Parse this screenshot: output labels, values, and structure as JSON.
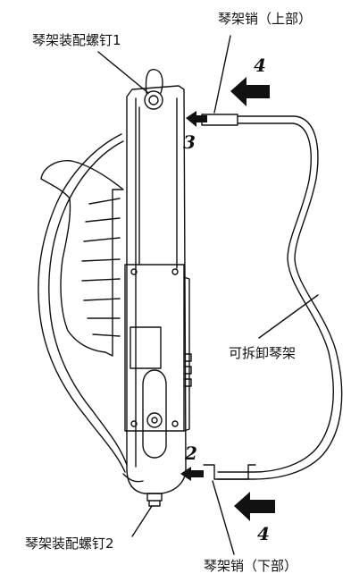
{
  "labels": {
    "bolt_top": "琴架装配螺钉1",
    "pin_top": "琴架销（上部）",
    "frame": "可拆卸琴架",
    "bolt_bottom": "琴架装配螺钉2",
    "pin_bottom": "琴架销（下部）"
  },
  "steps": {
    "step_2": "2",
    "step_3": "3",
    "step_4_top": "4",
    "step_4_bottom": "4"
  },
  "colors": {
    "line": "#111111",
    "fill": "#ffffff"
  }
}
